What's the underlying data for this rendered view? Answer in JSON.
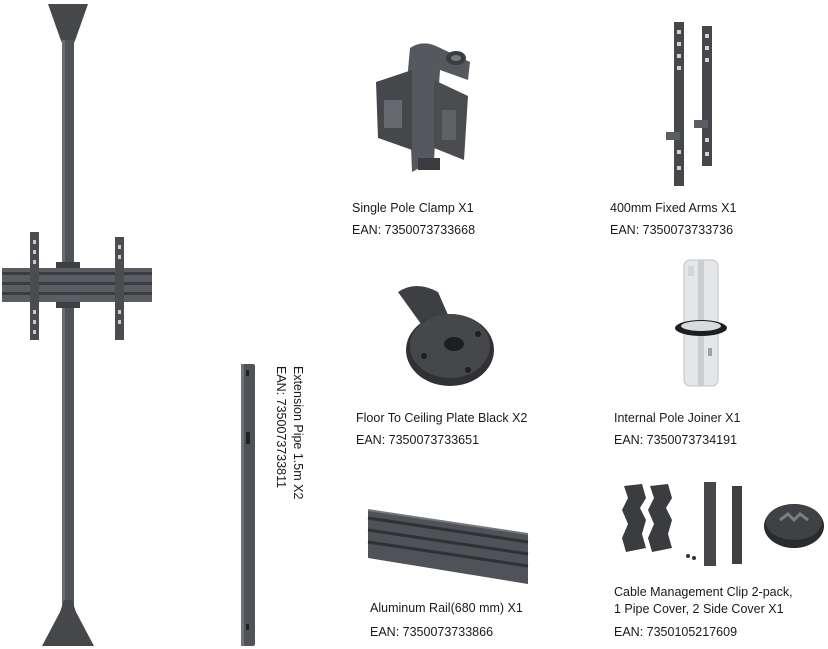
{
  "products": [
    {
      "id": "single-pole-clamp",
      "caption": "Single Pole Clamp X1",
      "ean": "EAN: 7350073733668"
    },
    {
      "id": "fixed-arms",
      "caption": "400mm Fixed Arms X1",
      "ean": "EAN: 7350073733736"
    },
    {
      "id": "floor-ceiling-plate",
      "caption": "Floor To Ceiling Plate Black X2",
      "ean": "EAN: 7350073733651"
    },
    {
      "id": "internal-pole-joiner",
      "caption": "Internal Pole Joiner X1",
      "ean": "EAN: 7350073734191"
    },
    {
      "id": "aluminum-rail",
      "caption": "Aluminum Rail(680 mm) X1",
      "ean": "EAN: 7350073733866"
    },
    {
      "id": "cable-management",
      "caption_line1": "Cable Management Clip 2-pack,",
      "caption_line2": "1 Pipe Cover, 2 Side Cover X1",
      "ean": "EAN: 7350105217609"
    },
    {
      "id": "extension-pipe",
      "caption": "Extension Pipe 1.5m X2",
      "ean": "EAN: 7350073733811"
    }
  ],
  "colors": {
    "metal": "#4a4c50",
    "metal_dark": "#2f3134",
    "metal_light": "#6e7176",
    "joiner": "#e4e6ea"
  }
}
